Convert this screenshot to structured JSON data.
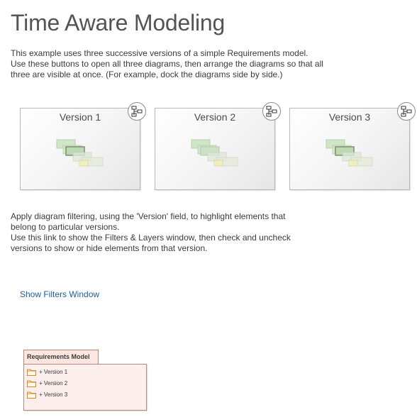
{
  "page": {
    "title": "Time Aware Modeling",
    "intro_lines": [
      "This example uses three successive versions of a simple Requirements model.",
      "Use these buttons to open all three diagrams, then arrange the diagrams so that all",
      "three are visible at once.  (For example, dock the diagrams side by side.)"
    ],
    "filter_lines": [
      "Apply diagram filtering, using the 'Version' field, to highlight elements that",
      "belong to particular versions.",
      "Use this link to show the Filters & Layers window, then check and uncheck",
      "versions to show or hide elements from that version."
    ],
    "link_label": "Show Filters Window"
  },
  "versions": [
    {
      "label": "Version 1",
      "icon": "diagram-icon"
    },
    {
      "label": "Version 2",
      "icon": "diagram-icon"
    },
    {
      "label": "Version 3",
      "icon": "diagram-icon"
    }
  ],
  "package": {
    "title": "Requirements Model",
    "items": [
      "+ Version 1",
      "+ Version 2",
      "+ Version 3"
    ],
    "item_icon": "folder-icon"
  },
  "colors": {
    "link": "#1f5b99",
    "package_fill": "#fdf0ec",
    "package_border": "#b58a7d",
    "folder": "#e8a24a"
  }
}
